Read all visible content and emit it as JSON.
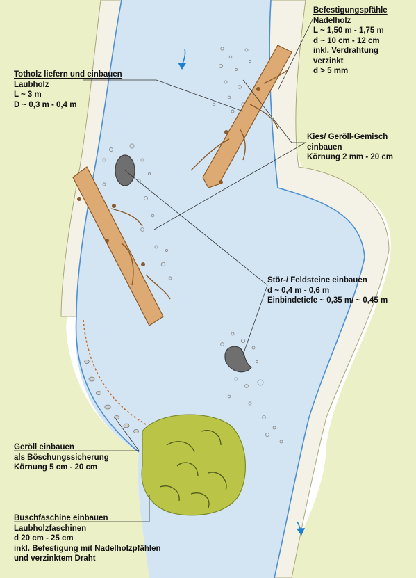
{
  "colors": {
    "water": "#cfe3f3",
    "bank_grass": "#e6ebb8",
    "bank_stones": "#f3f1e6",
    "wood": "#d8a66e",
    "wood_dark": "#8a5a2b",
    "stone": "#7b7b7b",
    "fascine": "#b9c24a",
    "flow_arrow": "#1d7fd0"
  },
  "labels": {
    "stakes": {
      "title": "Befestigungspfähle",
      "lines": [
        "Nadelholz",
        "L ~ 1,50 m - 1,75 m",
        "d ~ 10 cm - 12 cm",
        "inkl. Verdrahtung",
        "verzinkt",
        "d > 5 mm"
      ]
    },
    "deadwood": {
      "title": "Totholz liefern und einbauen",
      "lines": [
        "Laubholz",
        "L ~ 3 m",
        "D ~ 0,3 m - 0,4 m"
      ]
    },
    "gravel_mix": {
      "title": "Kies/ Geröll-Gemisch",
      "lines": [
        "einbauen",
        "Körnung 2 mm - 20 cm"
      ]
    },
    "boulders": {
      "title": "Stör-/ Feldsteine einbauen",
      "lines": [
        "d ~ 0,4 m - 0,6 m",
        "Einbindetiefe ~ 0,35 m/ ~ 0,45 m"
      ]
    },
    "gravel_bank": {
      "title": "Geröll einbauen",
      "lines": [
        "als Böschungssicherung",
        "Körnung 5 cm - 20 cm"
      ]
    },
    "fascine": {
      "title": "Buschfaschine einbauen",
      "lines": [
        "Laubholzfaschinen",
        "d 20 cm - 25 cm",
        "inkl. Befestigung mit Nadelholzpfählen",
        "und verzinktem Draht"
      ]
    }
  }
}
